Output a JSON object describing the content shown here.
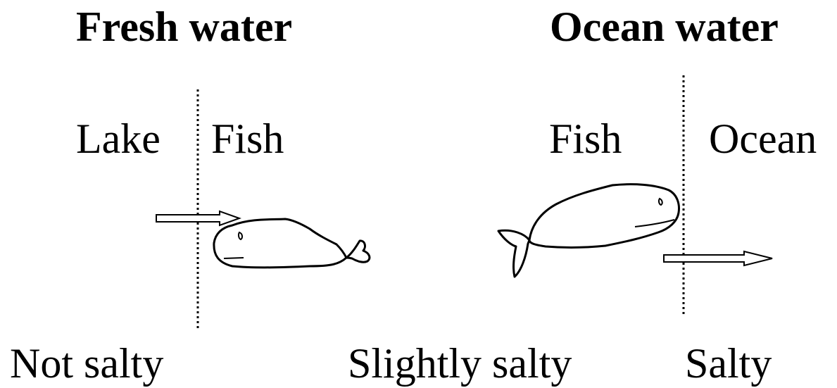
{
  "panels": {
    "fresh": {
      "title": "Fresh water",
      "outside_label": "Lake",
      "inside_label": "Fish",
      "salinity_outside": "Not salty"
    },
    "ocean": {
      "title": "Ocean water",
      "inside_label": "Fish",
      "outside_label": "Ocean",
      "salinity_inside": "Slightly salty",
      "salinity_outside": "Salty"
    }
  },
  "icons": {
    "left_arrow": "arrow-right-icon",
    "right_arrow": "arrow-right-icon",
    "left_fish": "whale-icon",
    "right_fish": "whale-icon"
  },
  "colors": {
    "ink": "#000000",
    "background": "#ffffff"
  }
}
